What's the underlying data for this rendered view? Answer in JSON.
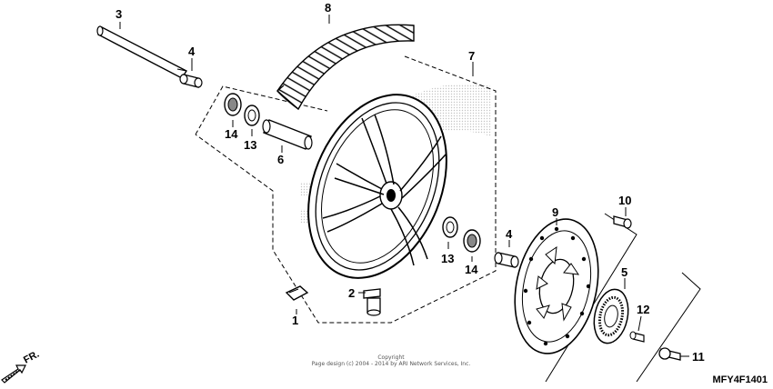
{
  "callouts": {
    "p1": "1",
    "p2": "2",
    "p3": "3",
    "p4a": "4",
    "p4b": "4",
    "p5": "5",
    "p6": "6",
    "p7": "7",
    "p8": "8",
    "p9": "9",
    "p10": "10",
    "p11": "11",
    "p12": "12",
    "p13a": "13",
    "p13b": "13",
    "p14a": "14",
    "p14b": "14"
  },
  "direction_label": "FR.",
  "copyright_line1": "Copyright",
  "copyright_line2": "Page design (c) 2004 - 2014 by ARI Network Services, Inc.",
  "diagram_code": "MFY4F1401",
  "colors": {
    "line": "#000000",
    "watermark": "#e2e2e2",
    "paper": "#ffffff"
  }
}
